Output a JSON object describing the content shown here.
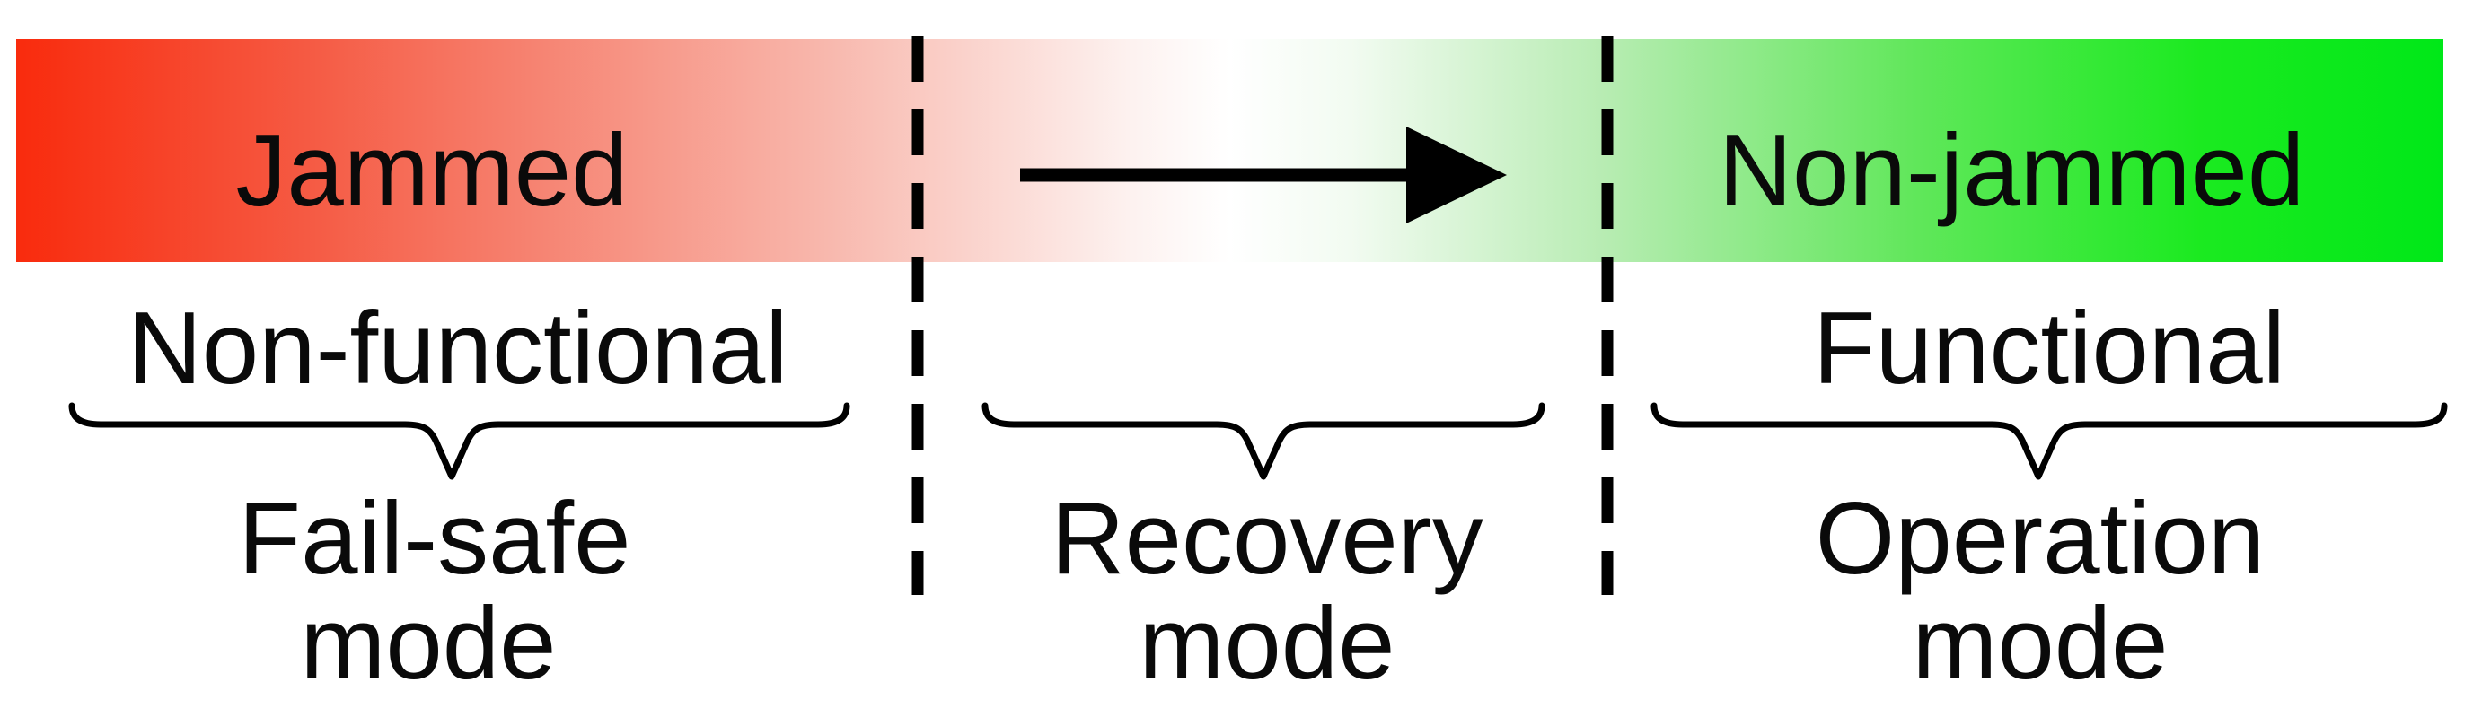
{
  "figure": {
    "bar": {
      "jammed_label": "Jammed",
      "non_jammed_label": "Non-jammed",
      "jammed_color": "#f92b0d",
      "non_jammed_color": "#00e818"
    },
    "sections": [
      {
        "condition": "Non-functional",
        "mode": [
          "Fail-safe",
          "mode"
        ]
      },
      {
        "condition": "",
        "mode": [
          "Recovery",
          "mode"
        ]
      },
      {
        "condition": "Functional",
        "mode": [
          "Operation",
          "mode"
        ]
      }
    ],
    "line_color": "#000000",
    "text_color": "#0a0a0a"
  }
}
